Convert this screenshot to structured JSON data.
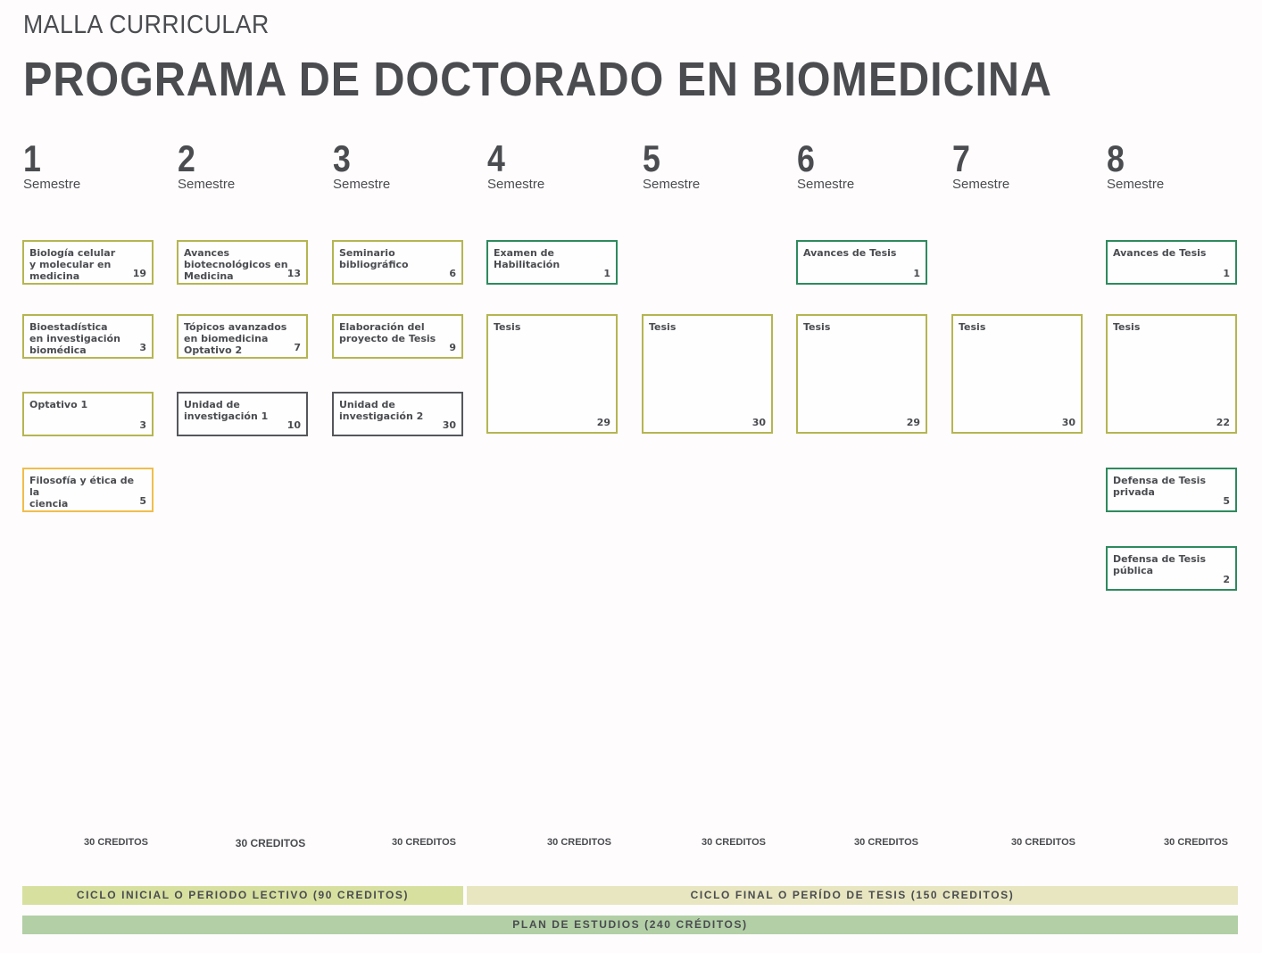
{
  "header": {
    "subtitle": "MALLA CURRICULAR",
    "title": "PROGRAMA DE DOCTORADO EN BIOMEDICINA"
  },
  "semesters": [
    {
      "number": "1",
      "label": "Semestre",
      "credits": "30 CREDITOS"
    },
    {
      "number": "2",
      "label": "Semestre",
      "credits": "30 CREDITOS"
    },
    {
      "number": "3",
      "label": "Semestre",
      "credits": "30 CREDITOS"
    },
    {
      "number": "4",
      "label": "Semestre",
      "credits": "30 CREDITOS"
    },
    {
      "number": "5",
      "label": "Semestre",
      "credits": "30 CREDITOS"
    },
    {
      "number": "6",
      "label": "Semestre",
      "credits": "30 CREDITOS"
    },
    {
      "number": "7",
      "label": "Semestre",
      "credits": "30 CREDITOS"
    },
    {
      "number": "8",
      "label": "Semestre",
      "credits": "30 CREDITOS"
    }
  ],
  "courses": [
    {
      "name": "Biología celular\ny molecular en\nmedicina",
      "credits": "19",
      "semester": 1,
      "style": "olive"
    },
    {
      "name": "Bioestadística\nen investigación\nbiomédica",
      "credits": "3",
      "semester": 1,
      "style": "olive"
    },
    {
      "name": "Optativo 1",
      "credits": "3",
      "semester": 1,
      "style": "olive"
    },
    {
      "name": "Filosofía y ética de la\nciencia",
      "credits": "5",
      "semester": 1,
      "style": "orange"
    },
    {
      "name": "Avances\nbiotecnológicos en\nMedicina",
      "credits": "13",
      "semester": 2,
      "style": "olive"
    },
    {
      "name": "Tópicos avanzados\nen biomedicina\nOptativo 2",
      "credits": "7",
      "semester": 2,
      "style": "olive"
    },
    {
      "name": "Unidad de\ninvestigación 1",
      "credits": "10",
      "semester": 2,
      "style": "gray"
    },
    {
      "name": "Seminario\nbibliográfico",
      "credits": "6",
      "semester": 3,
      "style": "olive"
    },
    {
      "name": "Elaboración del\nproyecto de Tesis",
      "credits": "9",
      "semester": 3,
      "style": "olive"
    },
    {
      "name": "Unidad de\ninvestigación 2",
      "credits": "30",
      "semester": 3,
      "style": "gray"
    },
    {
      "name": "Examen de\nHabilitación",
      "credits": "1",
      "semester": 4,
      "style": "green"
    },
    {
      "name": "Tesis",
      "credits": "29",
      "semester": 4,
      "style": "olive"
    },
    {
      "name": "Tesis",
      "credits": "30",
      "semester": 5,
      "style": "olive"
    },
    {
      "name": "Avances de Tesis",
      "credits": "1",
      "semester": 6,
      "style": "green"
    },
    {
      "name": "Tesis",
      "credits": "29",
      "semester": 6,
      "style": "olive"
    },
    {
      "name": "Tesis",
      "credits": "30",
      "semester": 7,
      "style": "olive"
    },
    {
      "name": "Avances de Tesis",
      "credits": "1",
      "semester": 8,
      "style": "green"
    },
    {
      "name": "Tesis",
      "credits": "22",
      "semester": 8,
      "style": "olive"
    },
    {
      "name": "Defensa de Tesis\nprivada",
      "credits": "5",
      "semester": 8,
      "style": "green"
    },
    {
      "name": "Defensa de Tesis\npública",
      "credits": "2",
      "semester": 8,
      "style": "green"
    }
  ],
  "footer": {
    "cycle_initial": "CICLO INICIAL O PERIODO LECTIVO  (90 CREDITOS)",
    "cycle_final": "CICLO FINAL O PERÍDO DE TESIS  (150 CREDITOS)",
    "plan": "PLAN DE ESTUDIOS (240 CRÉDITOS)"
  },
  "colors": {
    "olive": "#b5b552",
    "green": "#2e8a5e",
    "gray": "#55575b",
    "orange": "#f1bd4c",
    "cycle_initial_bg": "#d8e0a0",
    "cycle_final_bg": "#e8e6c0",
    "plan_bg": "#b2cfa6"
  }
}
